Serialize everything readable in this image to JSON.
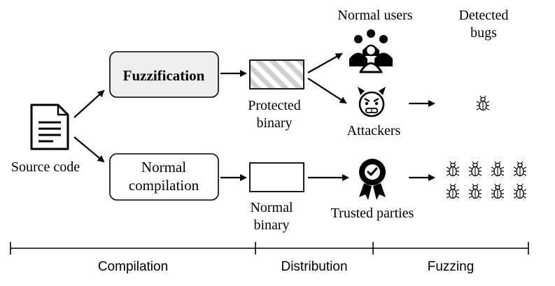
{
  "source": {
    "label": "Source code"
  },
  "fuzzification": {
    "label": "Fuzzification"
  },
  "normal_compilation": {
    "line1": "Normal",
    "line2": "compilation"
  },
  "protected_binary": {
    "line1": "Protected",
    "line2": "binary"
  },
  "normal_binary": {
    "line1": "Normal",
    "line2": "binary"
  },
  "normal_users": {
    "label": "Normal users"
  },
  "attackers": {
    "label": "Attackers"
  },
  "trusted_parties": {
    "label": "Trusted parties"
  },
  "detected_bugs": {
    "line1": "Detected",
    "line2": "bugs"
  },
  "stages": {
    "compilation": "Compilation",
    "distribution": "Distribution",
    "fuzzing": "Fuzzing"
  },
  "bugs_found": {
    "attackers": 1,
    "trusted_parties": 8
  },
  "icons": {
    "document": "document-icon",
    "users": "users-group-icon",
    "attacker": "angry-face-icon",
    "trusted": "certified-badge-icon",
    "bug": "bug-icon"
  }
}
